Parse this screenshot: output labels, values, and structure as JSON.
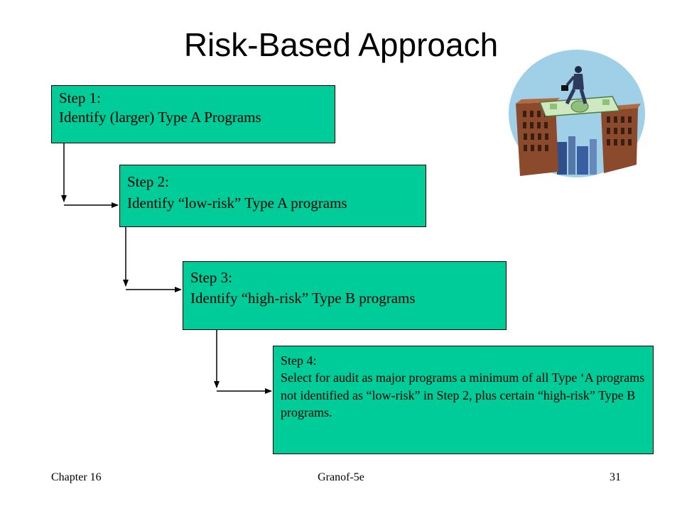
{
  "title": "Risk-Based Approach",
  "colors": {
    "box_fill": "#00cc99",
    "box_border": "#000000",
    "background": "#ffffff"
  },
  "steps": [
    {
      "heading": "Step 1:",
      "text": "Identify (larger) Type A Programs"
    },
    {
      "heading": "Step 2:",
      "text": "Identify “low-risk” Type A programs"
    },
    {
      "heading": "Step 3:",
      "text": "Identify “high-risk” Type B programs"
    },
    {
      "heading": "Step 4:",
      "text": "Select for audit as major programs a minimum of all Type ‘A programs not identified as “low-risk” in Step 2, plus certain “high-risk” Type B programs."
    }
  ],
  "footer": {
    "left": "Chapter 16",
    "center": "Granof-5e",
    "right": "31"
  },
  "clipart": {
    "icon": "businessman-walking-on-money-bridge-icon"
  }
}
